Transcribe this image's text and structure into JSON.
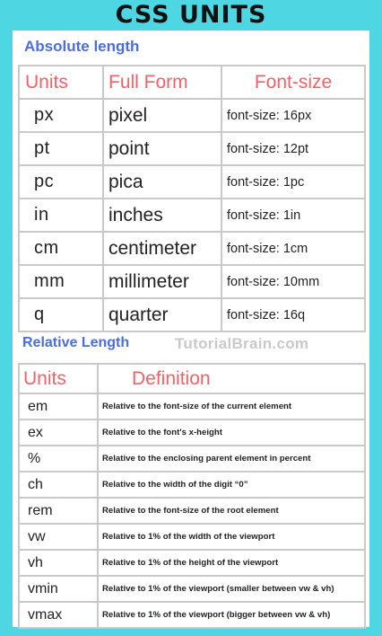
{
  "title": "CSS UNITS",
  "absolute": {
    "heading": "Absolute length",
    "headers": [
      "Units",
      "Full Form",
      "Font-size"
    ],
    "rows": [
      [
        "px",
        "pixel",
        "font-size: 16px"
      ],
      [
        "pt",
        "point",
        "font-size: 12pt"
      ],
      [
        "pc",
        "pica",
        "font-size: 1pc"
      ],
      [
        "in",
        "inches",
        "font-size: 1in"
      ],
      [
        "cm",
        "centimeter",
        "font-size: 1cm"
      ],
      [
        "mm",
        "millimeter",
        "font-size: 10mm"
      ],
      [
        "q",
        "quarter",
        "font-size: 16q"
      ]
    ]
  },
  "relative": {
    "heading": "Relative Length",
    "watermark": "TutorialBrain.com",
    "headers": [
      "Units",
      "Definition"
    ],
    "rows": [
      [
        "em",
        "Relative to the font-size of the current element"
      ],
      [
        "ex",
        "Relative to the font's x-height"
      ],
      [
        "%",
        "Relative to the enclosing parent element in percent"
      ],
      [
        "ch",
        "Relative to the width of the digit “0”"
      ],
      [
        "rem",
        "Relative to the font-size of the root element"
      ],
      [
        "vw",
        "Relative to 1% of the width of the viewport"
      ],
      [
        "vh",
        "Relative to 1% of the height of the viewport"
      ],
      [
        "vmin",
        "Relative to 1% of the viewport (smaller between vw & vh)"
      ],
      [
        "vmax",
        "Relative to 1% of the viewport (bigger between vw & vh)"
      ]
    ]
  },
  "colors": {
    "background": "#4fd6e3",
    "heading": "#4a6de0",
    "header_text": "#f0626a",
    "border": "#c9c9c9"
  }
}
